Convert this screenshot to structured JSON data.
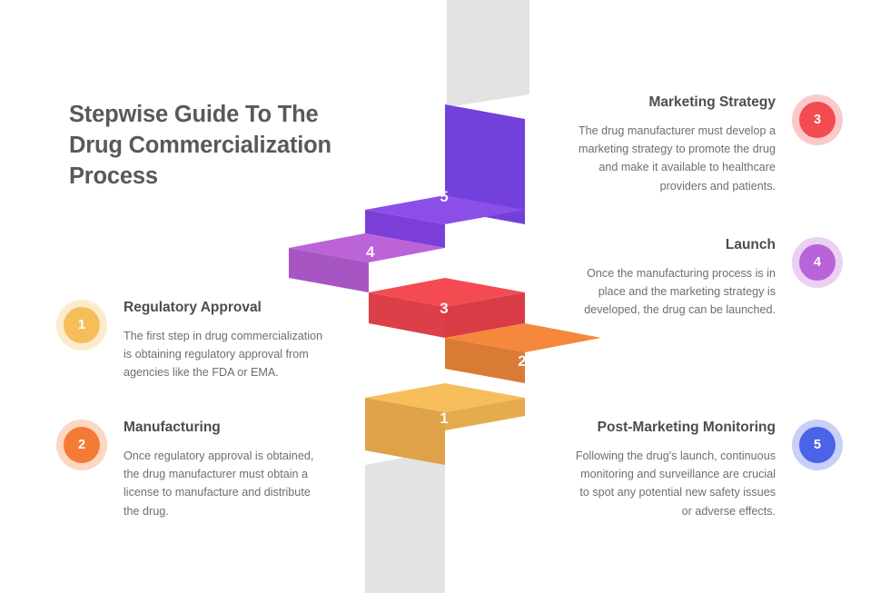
{
  "title": "Stepwise Guide To The Drug Commercialization Process",
  "colors": {
    "title_text": "#58595b",
    "heading_text": "#4d4d4f",
    "body_text": "#6d6e71",
    "background": "#ffffff",
    "gray_column": "#e3e3e3"
  },
  "steps": [
    {
      "number": "1",
      "heading": "Regulatory Approval",
      "description": "The first step in drug commercialization is obtaining regulatory approval from agencies like the FDA or EMA.",
      "side": "left",
      "badge_color": "#f6be5b",
      "step_top_color": "#f6be5b",
      "step_front_color": "#dfa248"
    },
    {
      "number": "2",
      "heading": "Manufacturing",
      "description": "Once regulatory approval is obtained, the drug manufacturer must obtain a license to manufacture and distribute the drug.",
      "side": "left",
      "badge_color": "#f47b36",
      "step_top_color": "#f5883d",
      "step_front_color": "#d97b35"
    },
    {
      "number": "3",
      "heading": "Marketing Strategy",
      "description": "The drug manufacturer must develop a marketing strategy to promote the drug and make it available to healthcare providers and patients.",
      "side": "right",
      "badge_color": "#f44b52",
      "step_top_color": "#f44b52",
      "step_front_color": "#dc3f48"
    },
    {
      "number": "4",
      "heading": "Launch",
      "description": "Once the manufacturing process is in place and the marketing strategy is developed, the drug can be launched.",
      "side": "right",
      "badge_color": "#b863d8",
      "step_top_color": "#bc63d8",
      "step_front_color": "#a855c4"
    },
    {
      "number": "5",
      "heading": "Post-Marketing Monitoring",
      "description": "Following the drug's launch, continuous monitoring and surveillance are crucial to spot any potential new safety issues or adverse effects.",
      "side": "right",
      "badge_color": "#4a63e7",
      "step_top_color": "#8b4fe8",
      "step_front_color": "#7b3fd8",
      "step_back_color": "#7340dc"
    }
  ]
}
